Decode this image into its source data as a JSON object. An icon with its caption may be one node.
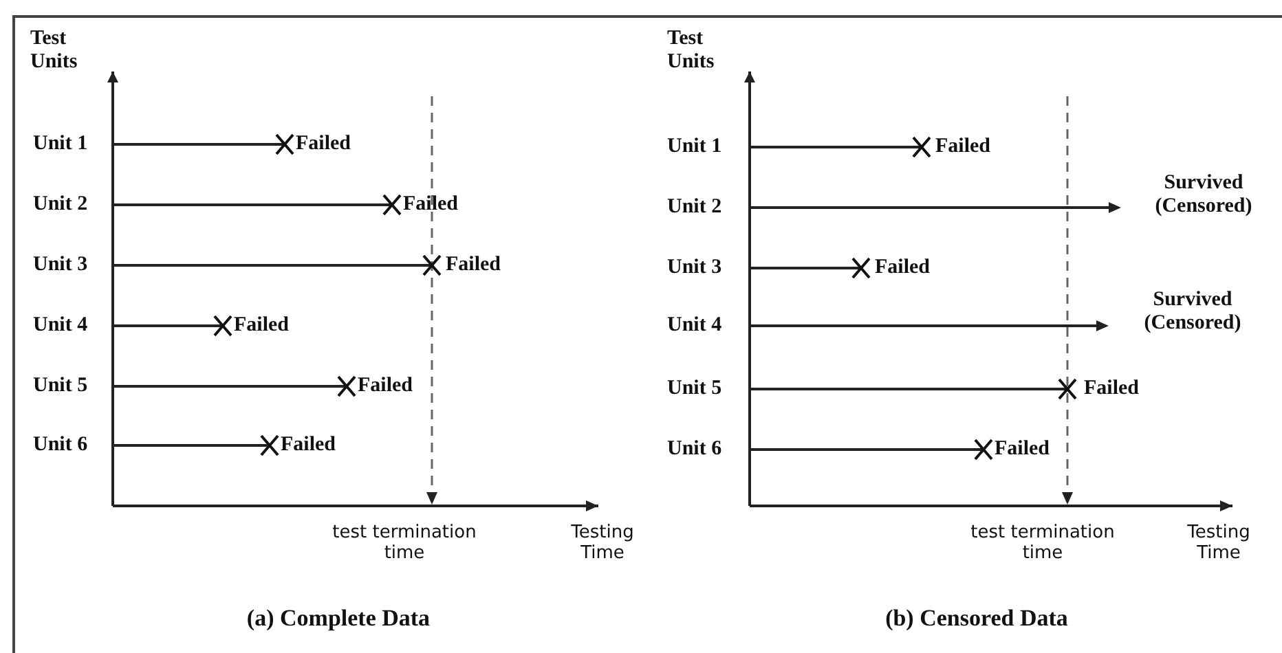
{
  "diagram": {
    "labels": [
      "Test Units",
      "Unit 1",
      "Failed",
      "Unit 2",
      "Failed",
      "Unit 3",
      "Failed",
      "Unit 4",
      "Failed",
      "Unit 5",
      "Failed",
      "Unit 6",
      "Failed",
      "test termination time",
      "Testing Time",
      "(a) Complete Data",
      "Test Units",
      "Unit 1",
      "Failed",
      "Unit 2",
      "Survived (Censored)",
      "Unit 3",
      "Failed",
      "Unit 4",
      "Survived (Censored)",
      "Unit 5",
      "Failed",
      "Unit 6",
      "Failed",
      "test termination time",
      "Testing Time",
      "(b) Censored Data"
    ]
  }
}
